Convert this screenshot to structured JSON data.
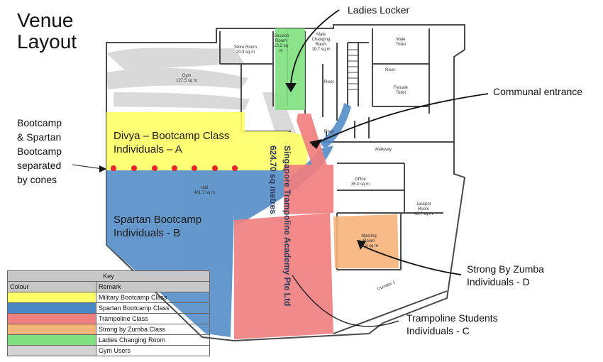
{
  "title": {
    "line1": "Venue",
    "line2": "Layout"
  },
  "annotations": {
    "ladies_locker": "Ladies Locker",
    "communal_entrance": "Communal entrance",
    "cones": [
      "Bootcamp",
      "& Spartan",
      "Bootcamp",
      "separated",
      "by cones"
    ],
    "zumba": [
      "Strong By Zumba",
      "Individuals - D"
    ],
    "trampoline": [
      "Trampoline Students",
      "Individuals - C"
    ]
  },
  "zones": {
    "bootcamp": [
      "Divya – Bootcamp Class",
      "Individuals – A"
    ],
    "spartan": [
      "Spartan Bootcamp",
      "Individuals - B"
    ]
  },
  "rooms": {
    "gym": [
      "Gym",
      "127.5 sq m"
    ],
    "store": [
      "Store Room",
      "20.9 sq m"
    ],
    "session": [
      "Session Room",
      "10.2 sq m"
    ],
    "male_changing": [
      "Male",
      "Changing",
      "Room",
      "19.7 sq m"
    ],
    "male_toilet": [
      "Male",
      "Toilet"
    ],
    "female_toilet": [
      "Female",
      "Toilet"
    ],
    "riser": "Riser",
    "hall": [
      "Hall",
      "481.7 sq m"
    ],
    "office": [
      "Office",
      "35.0 sq m"
    ],
    "jackpot": [
      "Jackpot",
      "Room",
      "46.7 sq m"
    ],
    "meeting": [
      "Meeting",
      "Room",
      "16.8 sq m"
    ],
    "walkway": "Walkway",
    "corridor": "Corridor 1",
    "area_vertical": "624.70 sq metres",
    "academy_vertical": "Singapore Trampoline Academy Pte Ltd"
  },
  "key": {
    "title": "Key",
    "col_colour": "Colour",
    "col_remark": "Remark",
    "rows": [
      {
        "color": "#ffff66",
        "remark": "Military Bootcamp Class"
      },
      {
        "color": "#4a87c4",
        "remark": "Spartan Bootcamp Class"
      },
      {
        "color": "#f08080",
        "remark": "Trampoline Class"
      },
      {
        "color": "#f7b37a",
        "remark": "Strong by Zumba Class"
      },
      {
        "color": "#80e080",
        "remark": "Ladies Changing Room"
      },
      {
        "color": "#d3d3d3",
        "remark": "Gym Users"
      }
    ]
  },
  "colors": {
    "yellow": "#ffff66",
    "blue": "#4a87c4",
    "red": "#f08080",
    "orange": "#f7b37a",
    "green": "#7ee07e",
    "grey": "#d3d3d3",
    "cones": "#e8242a"
  }
}
